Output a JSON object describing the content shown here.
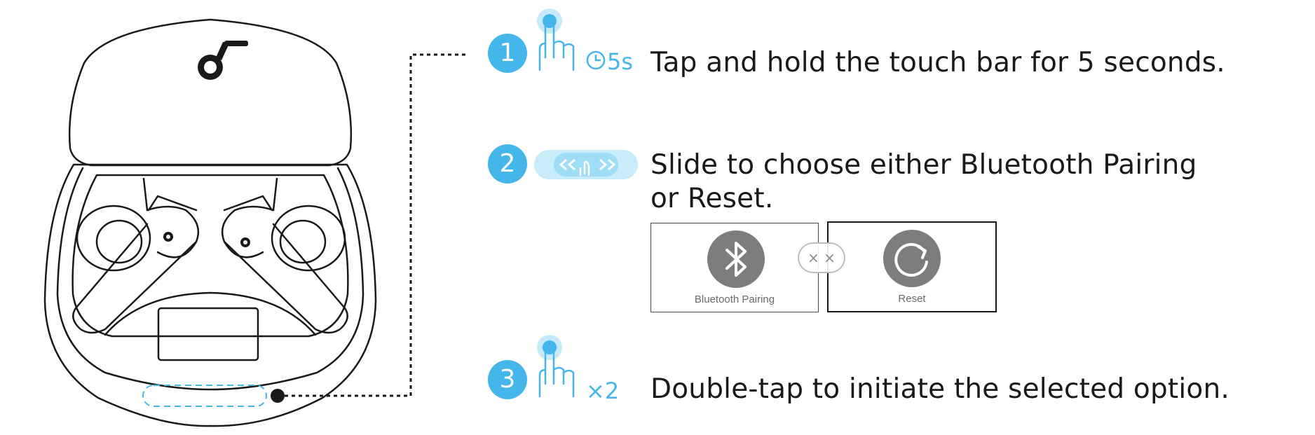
{
  "steps": [
    {
      "number": "1",
      "hint": "5s",
      "text": "Tap and hold the touch bar for 5 seconds.",
      "icon": "tap-hold-icon"
    },
    {
      "number": "2",
      "text_line1": "Slide to choose either Bluetooth Pairing",
      "text_line2": "or Reset.",
      "icon": "slide-icon"
    },
    {
      "number": "3",
      "hint": "×2",
      "text": "Double-tap to initiate the selected option.",
      "icon": "double-tap-icon"
    }
  ],
  "options": [
    {
      "label": "Bluetooth Pairing",
      "icon": "bluetooth-icon"
    },
    {
      "label": "Reset",
      "icon": "reset-icon"
    }
  ],
  "switch_glyph": "× ×",
  "colors": {
    "accent": "#45b6ea",
    "line": "#1a1a1a",
    "icon_fill": "#7d7d7d"
  }
}
